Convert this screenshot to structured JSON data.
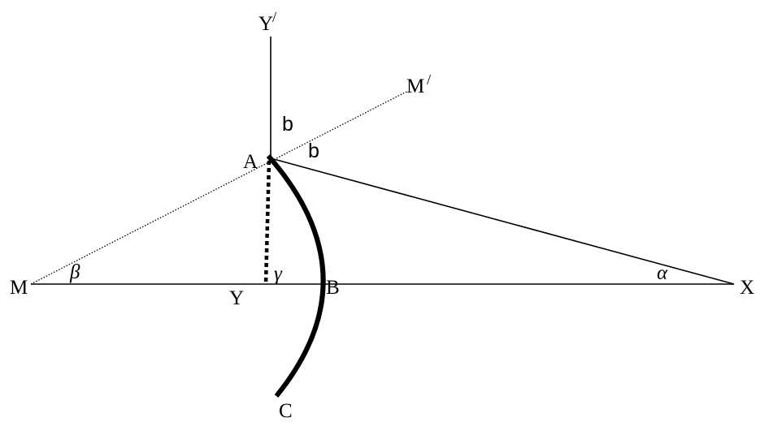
{
  "diagram": {
    "labels": {
      "y_prime": "Y",
      "y_prime_mark": "/",
      "m_prime": "M",
      "m_prime_mark": "/",
      "b_upper": "b",
      "b_lower": "b",
      "a": "A",
      "m": "M",
      "beta": "β",
      "y": "Y",
      "gamma": "γ",
      "b_point": "B",
      "alpha": "α",
      "x": "X",
      "c": "C"
    },
    "colors": {
      "ink": "#000000",
      "background": "#ffffff"
    }
  }
}
